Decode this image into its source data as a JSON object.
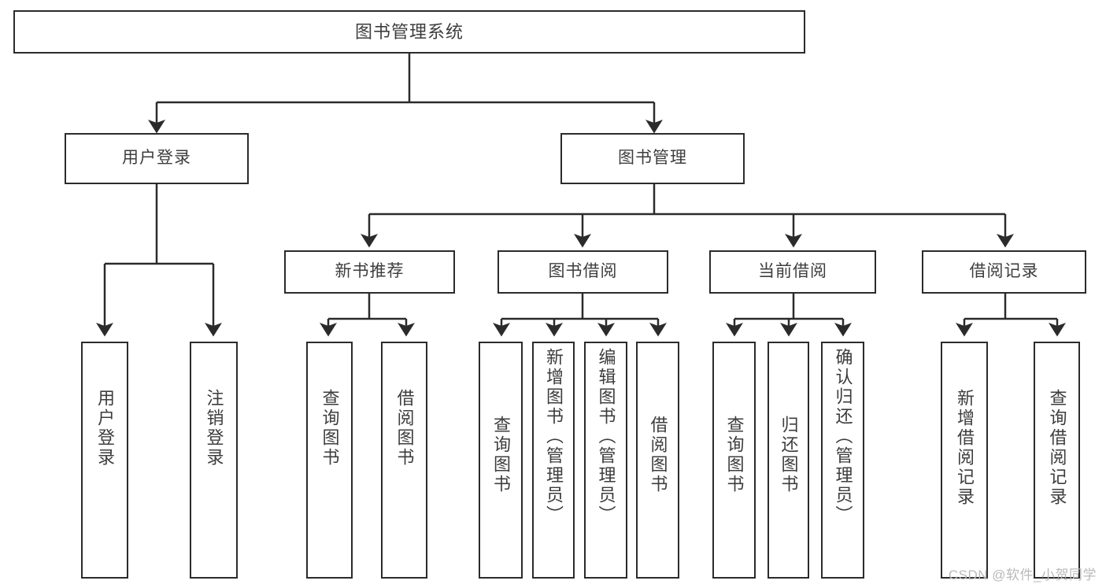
{
  "diagram": {
    "title": "图书管理系统",
    "type": "tree-hierarchy-diagram",
    "colors": {
      "stroke": "#2b2b2b",
      "text": "#3d3d3d",
      "background": "#ffffff",
      "watermark": "#b9b9b9"
    },
    "root": {
      "label": "图书管理系统"
    },
    "level2": [
      {
        "label": "用户登录"
      },
      {
        "label": "图书管理"
      }
    ],
    "level3": [
      {
        "label": "新书推荐"
      },
      {
        "label": "图书借阅"
      },
      {
        "label": "当前借阅"
      },
      {
        "label": "借阅记录"
      }
    ],
    "leaves": {
      "user_login": [
        {
          "label": "用户登录"
        },
        {
          "label": "注销登录"
        }
      ],
      "new_book_recommend": [
        {
          "label": "查询图书"
        },
        {
          "label": "借阅图书"
        }
      ],
      "book_borrow": [
        {
          "label": "查询图书"
        },
        {
          "label": "新增图书（管理员）"
        },
        {
          "label": "编辑图书（管理员）"
        },
        {
          "label": "借阅图书"
        }
      ],
      "current_borrow": [
        {
          "label": "查询图书"
        },
        {
          "label": "归还图书"
        },
        {
          "label": "确认归还（管理员）"
        }
      ],
      "borrow_record": [
        {
          "label": "新增借阅记录"
        },
        {
          "label": "查询借阅记录"
        }
      ]
    }
  },
  "watermark": {
    "text": "CSDN @软件_小贺同学"
  }
}
